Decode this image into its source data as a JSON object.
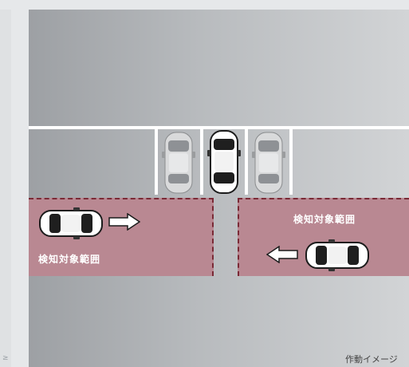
{
  "left_panel_mark": "≥",
  "zones": {
    "left_label": "検知対象範囲",
    "right_label": "検知対象範囲"
  },
  "caption": "作動イメージ",
  "colors": {
    "zone_fill": "#b98892",
    "zone_border": "#7a2a36",
    "stall_line": "#ffffff"
  },
  "icons": [
    "parked-car-icon",
    "reversing-car-icon",
    "approaching-car-icon",
    "arrow-right-icon",
    "arrow-left-icon"
  ]
}
